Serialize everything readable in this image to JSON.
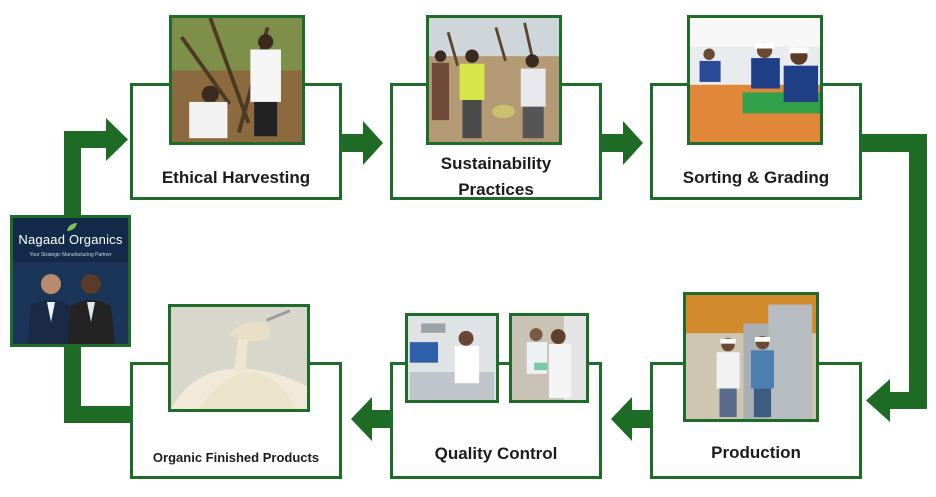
{
  "colors": {
    "frame": "#1f6b2a",
    "connector": "#1e6b25",
    "text": "#1c1c1c",
    "brand_card": "#132a4a"
  },
  "brand": {
    "name": "Nagaad Organics",
    "tagline": "Your Strategic Manufacturing Partner"
  },
  "steps": [
    {
      "label": "Ethical Harvesting"
    },
    {
      "label_line1": "Sustainability",
      "label_line2": "Practices"
    },
    {
      "label": "Sorting & Grading"
    },
    {
      "label": "Production"
    },
    {
      "label": "Quality Control"
    },
    {
      "label": "Organic Finished Products"
    }
  ],
  "icons": [
    "leaf-icon",
    "arrow-right-icon",
    "arrow-down-icon",
    "arrow-left-icon",
    "arrow-up-icon"
  ]
}
